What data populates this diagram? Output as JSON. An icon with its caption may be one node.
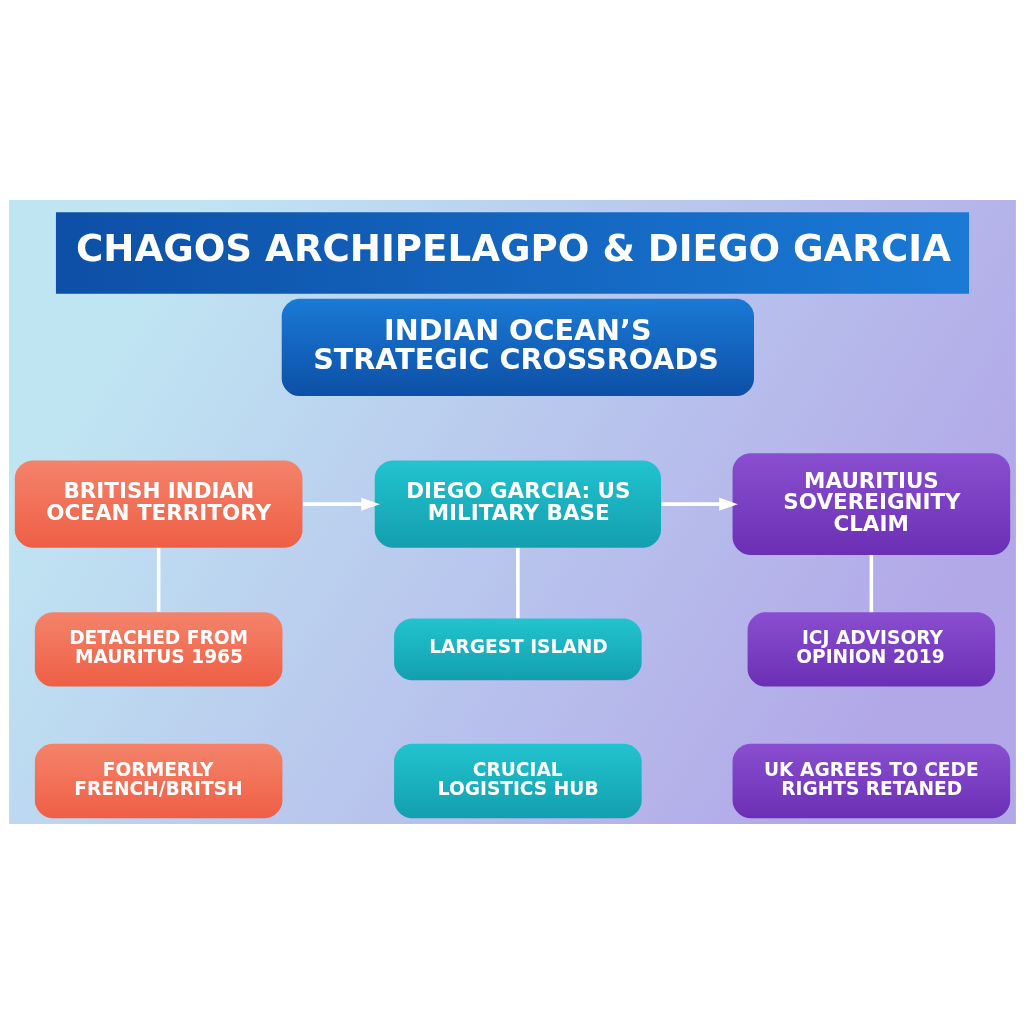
{
  "diagram": {
    "title": "CHAGOS ARCHIPELAGPO & DIEGO GARCIA",
    "nodes": [
      {
        "text": [
          "INDIAN OCEAN’S STRATEGIC CROSSROADS"
        ]
      },
      {
        "text": [
          "BRITISH INDIAN OCEAN TERRITORY"
        ]
      },
      {
        "text": [
          "DIEGO GARCIA: US MILITARY BASE"
        ]
      },
      {
        "text": [
          "MAURITIUS SOVEREIGNITY CLAIM"
        ]
      },
      {
        "text": [
          "DETACHED FROM MAURITUS 1965"
        ]
      },
      {
        "text": [
          "LARGEST ISLAND"
        ]
      },
      {
        "text": [
          "ICJ ADVISORY OPINION 2019"
        ]
      },
      {
        "text": [
          "FORMERLY FRENCH/BRITSH"
        ]
      },
      {
        "text": [
          "CRUCIAL LOGISTICS HUB"
        ]
      },
      {
        "text": [
          "UK AGREES TO CEDE RIGHTS RETANED"
        ]
      }
    ],
    "edges": [
      {
        "from": 1,
        "to": 2,
        "arrow": "to"
      },
      {
        "from": 2,
        "to": 3,
        "arrow": "to"
      },
      {
        "from": 1,
        "to": 4,
        "arrow": "none"
      },
      {
        "from": 2,
        "to": 5,
        "arrow": "none"
      },
      {
        "from": 3,
        "to": 6,
        "arrow": "none"
      }
    ]
  }
}
